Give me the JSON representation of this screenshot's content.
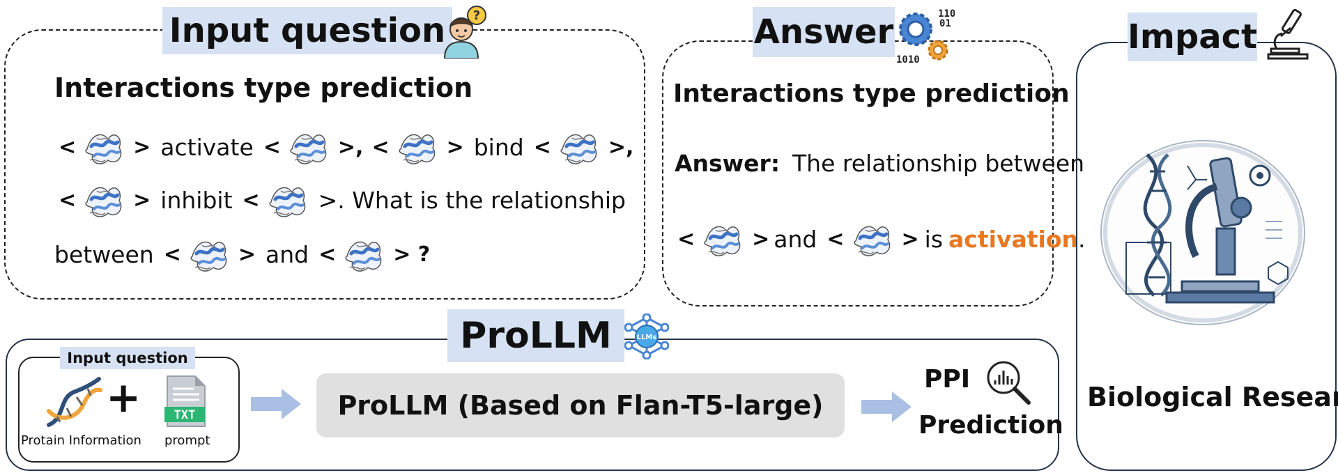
{
  "input_section": {
    "title": "Input question",
    "heading": "Interactions type prediction",
    "line1": {
      "w1": "activate",
      "sep1": ">,",
      "w2": "bind",
      "end": ">,"
    },
    "line2": {
      "w1": "inhibit",
      "end": ">. What is the relationship"
    },
    "line3": {
      "start": "between",
      "w1": "and",
      "end": "> ?"
    }
  },
  "answer_section": {
    "title": "Answer",
    "heading": "Interactions type prediction",
    "label": "Answer:",
    "text": "The relationship between",
    "w1": "and",
    "w2": "is",
    "highlight": "activation",
    "end": "."
  },
  "impact_section": {
    "title": "Impact",
    "caption": "Biological Research"
  },
  "prollm_section": {
    "title": "ProLLM",
    "llm_badge": "LLMs",
    "input_box_title": "Input question",
    "plus": "+",
    "protein_label": "Protain Information",
    "prompt_label": "prompt",
    "txt_label": "TXT",
    "model_label": "ProLLM (Based on Flan-T5-large)",
    "output_line1": "PPI",
    "output_line2": "Prediction"
  },
  "icons": [
    "person-question-icon",
    "gears-binary-icon",
    "microscope-icon",
    "llm-network-icon",
    "dna-icon",
    "txt-file-icon",
    "magnifier-chart-icon",
    "protein-structure-icon"
  ],
  "colors": {
    "tag_bg": "#d6e2f3",
    "highlight": "#e87722",
    "arrow": "#a9c0e4",
    "model_bg": "#e0e0e0"
  }
}
